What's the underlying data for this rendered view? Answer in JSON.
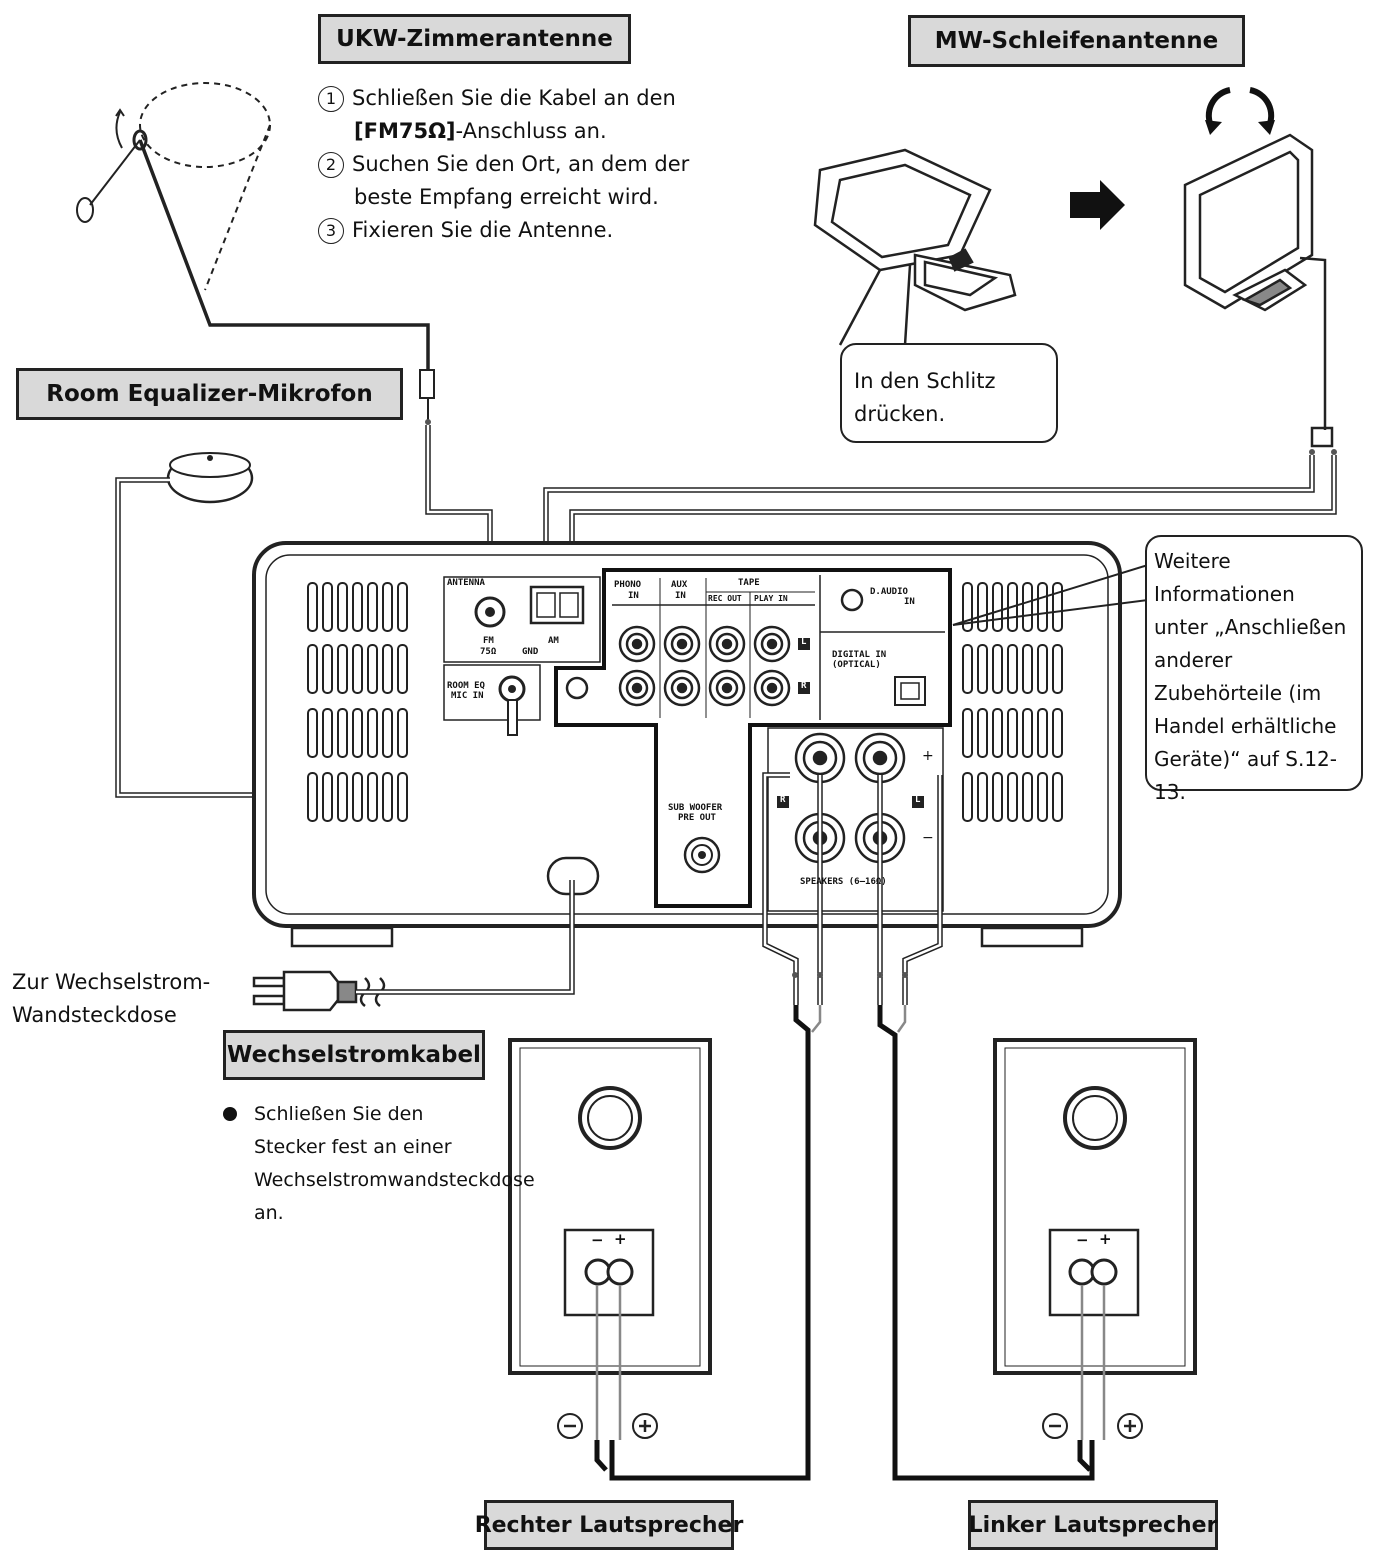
{
  "labels": {
    "fm_antenna": "UKW-Zimmerantenne",
    "am_antenna": "MW-Schleifenantenne",
    "room_eq_mic": "Room Equalizer-Mikrofon",
    "ac_cord": "Wechselstromkabel",
    "right_speaker": "Rechter Lautsprecher",
    "left_speaker": "Linker Lautsprecher"
  },
  "fm_steps": [
    {
      "num": "1",
      "line1": "Schließen Sie die Kabel an den",
      "bold": "[FM75Ω]",
      "line2_rest": "-Anschluss an."
    },
    {
      "num": "2",
      "line1": "Suchen Sie den Ort, an dem der",
      "line2": "beste Empfang erreicht wird."
    },
    {
      "num": "3",
      "line1": "Fixieren Sie die Antenne."
    }
  ],
  "slot_callout": {
    "line1": "In den Schlitz",
    "line2": "drücken."
  },
  "info_callout": {
    "line1": "Weitere",
    "line2": "Informationen",
    "line3": "unter „Anschließen",
    "line4": "anderer",
    "line5": "Zubehörteile (im",
    "line6": "Handel erhältliche",
    "line7": "Geräte)“ auf S.12-13."
  },
  "ac_outlet": {
    "line1": "Zur Wechselstrom-",
    "line2": "Wandsteckdose"
  },
  "ac_note": {
    "line1": "Schließen Sie den",
    "line2": "Stecker fest an einer",
    "line3": "Wechselstromwandsteckdose",
    "line4": "an."
  },
  "panel": {
    "antenna": "ANTENNA",
    "fm": "FM",
    "fm75": "75Ω",
    "am": "AM",
    "gnd": "GND",
    "room_eq1": "ROOM EQ",
    "room_eq2": "MIC IN",
    "phono1": "PHONO",
    "phono2": "IN",
    "aux1": "AUX",
    "aux2": "IN",
    "tape": "TAPE",
    "rec_out": "REC OUT",
    "play_in": "PLAY IN",
    "d_audio1": "D.AUDIO",
    "d_audio2": "IN",
    "digital1": "DIGITAL IN",
    "digital2": "(OPTICAL)",
    "sub1": "SUB WOOFER",
    "sub2": "PRE OUT",
    "speakers": "SPEAKERS (6—16Ω)",
    "l": "L",
    "r": "R",
    "plus": "+",
    "minus": "−"
  },
  "speaker_terminals": {
    "minus": "−",
    "plus": "+"
  },
  "polarity": {
    "minus": "⊖",
    "plus": "⊕"
  }
}
